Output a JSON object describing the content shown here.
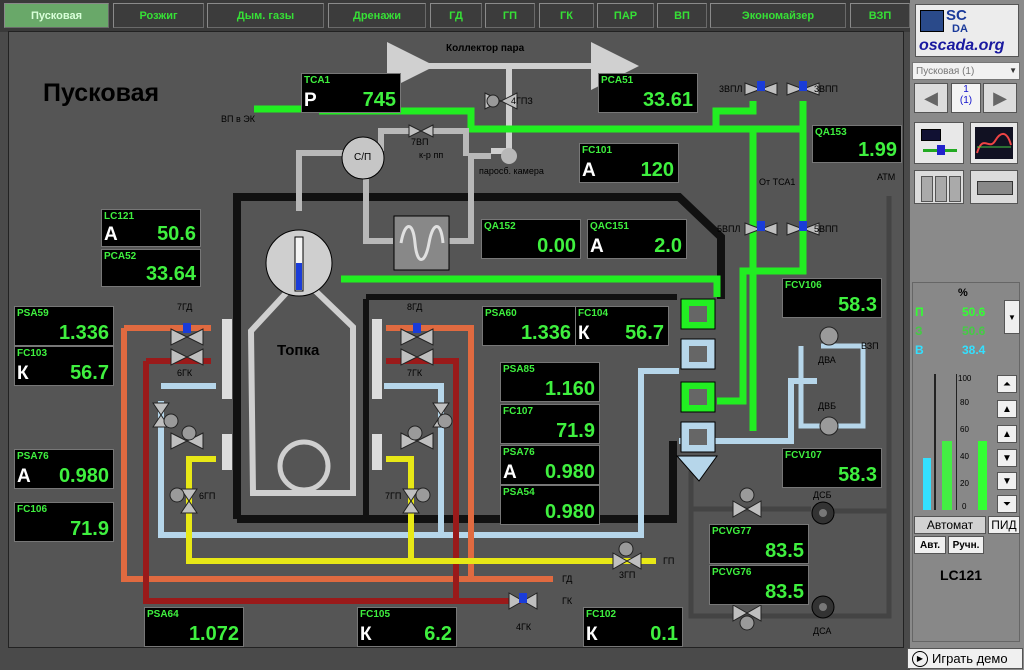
{
  "tabs": [
    "Пусковая",
    "Розжиг",
    "Дым. газы",
    "Дренажи",
    "ГД",
    "ГП",
    "ГК",
    "ПАР",
    "ВП",
    "Экономайзер",
    "ВЗП"
  ],
  "mimic": {
    "title": "Пусковая",
    "furnace": "Топка",
    "labels": {
      "collector": "Коллектор пара",
      "vp_ek": "ВП в ЭК",
      "cp": "С/П",
      "v7vp": "7ВП",
      "krpp": "к-р пп",
      "v4gpz": "4ГПЗ",
      "parosb": "паросб. камера",
      "v3vpl": "3ВПЛ",
      "v3vpp": "3ВПП",
      "ot_tca1": "От ТСА1",
      "v5vpl": "5ВПЛ",
      "v5vpp": "5ВПП",
      "atm": "АТМ",
      "v7gd": "7ГД",
      "v6gk": "6ГК",
      "v8gd": "8ГД",
      "v7gk": "7ГК",
      "v6gp": "6ГП",
      "v7gp": "7ГП",
      "dva": "ДВА",
      "dvb": "ДВБ",
      "vzp": "ВЗП",
      "dsb": "ДСБ",
      "dsa": "ДСА",
      "gd": "ГД",
      "gk": "ГК",
      "v4gk": "4ГК",
      "v3gp": "3ГП",
      "gp": "ГП"
    },
    "tags": [
      {
        "name": "TCA1",
        "mode": "Р",
        "value": "745"
      },
      {
        "name": "PCA51",
        "mode": "",
        "value": "33.61"
      },
      {
        "name": "FC101",
        "mode": "А",
        "value": "120"
      },
      {
        "name": "QA153",
        "mode": "",
        "value": "1.99"
      },
      {
        "name": "LC121",
        "mode": "А",
        "value": "50.6"
      },
      {
        "name": "PCA52",
        "mode": "",
        "value": "33.64"
      },
      {
        "name": "QA152",
        "mode": "",
        "value": "0.00"
      },
      {
        "name": "QAC151",
        "mode": "А",
        "value": "2.0"
      },
      {
        "name": "FCV106",
        "mode": "",
        "value": "58.3"
      },
      {
        "name": "PSA59",
        "mode": "",
        "value": "1.336"
      },
      {
        "name": "FC103",
        "mode": "К",
        "value": "56.7"
      },
      {
        "name": "PSA60",
        "mode": "",
        "value": "1.336"
      },
      {
        "name": "FC104",
        "mode": "К",
        "value": "56.7"
      },
      {
        "name": "PSA85",
        "mode": "",
        "value": "1.160"
      },
      {
        "name": "FC107",
        "mode": "",
        "value": "71.9"
      },
      {
        "name": "PSA76",
        "mode": "А",
        "value": "0.980"
      },
      {
        "name": "PSA76",
        "mode": "А",
        "value": "0.980"
      },
      {
        "name": "PSA54",
        "mode": "",
        "value": "0.980"
      },
      {
        "name": "FC106",
        "mode": "",
        "value": "71.9"
      },
      {
        "name": "FCV107",
        "mode": "",
        "value": "58.3"
      },
      {
        "name": "PCVG77",
        "mode": "",
        "value": "83.5"
      },
      {
        "name": "PCVG76",
        "mode": "",
        "value": "83.5"
      },
      {
        "name": "PSA64",
        "mode": "",
        "value": "1.072"
      },
      {
        "name": "FC105",
        "mode": "К",
        "value": "6.2"
      },
      {
        "name": "FC102",
        "mode": "К",
        "value": "0.1"
      }
    ]
  },
  "side": {
    "logo_top": "SC",
    "logo_sub": "DA",
    "logo_url": "oscada.org",
    "select_value": "Пусковая (1)",
    "page_num": "1",
    "page_total": "(1)",
    "percent": "%",
    "p_label": "П",
    "p_value": "50.6",
    "z_label": "З",
    "z_value": "50.6",
    "v_label": "В",
    "v_value": "38.4",
    "scale": [
      "100",
      "80",
      "60",
      "40",
      "20",
      "0"
    ],
    "pv_level": 0.506,
    "sp_level": 0.506,
    "out_level": 0.384,
    "mode_auto": "Автомат",
    "mode_pid": "ПИД",
    "btn_auto": "Авт.",
    "btn_manual": "Ручн.",
    "loop_name": "LC121",
    "play": "Играть демо",
    "colors": {
      "p": "#33ff33",
      "z": "#44cc44",
      "v": "#33e0ff"
    }
  }
}
